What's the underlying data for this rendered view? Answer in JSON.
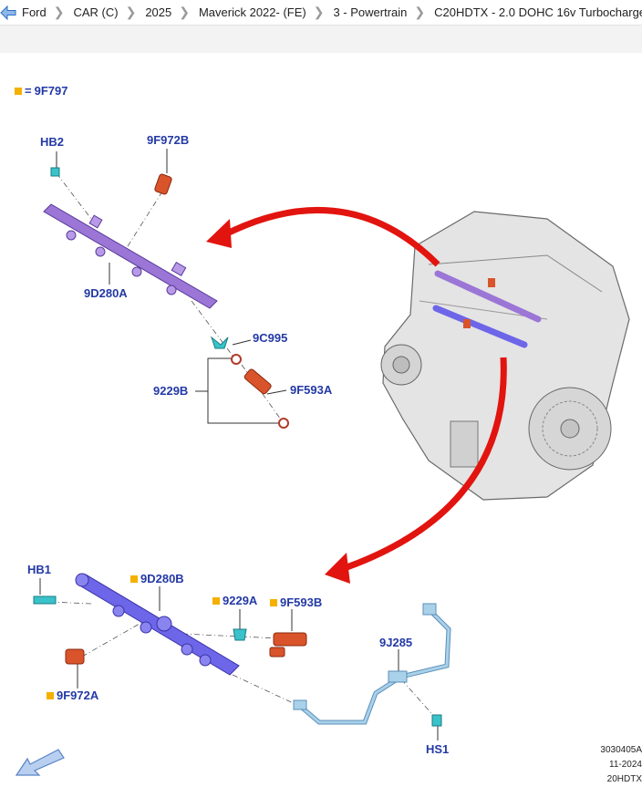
{
  "breadcrumb": [
    "Ford",
    "CAR (C)",
    "2025",
    "Maverick 2022- (FE)",
    "3 - Powertrain",
    "C20HDTX - 2.0 DOHC 16v Turbocharge"
  ],
  "legend": {
    "code": "9F797",
    "eq": "="
  },
  "labels": {
    "hb2": "HB2",
    "p9f972b": "9F972B",
    "p9d280a": "9D280A",
    "p9c995": "9C995",
    "p9229b": "9229B",
    "p9f593a": "9F593A",
    "hb1": "HB1",
    "p9d280b": "9D280B",
    "p9229a": "9229A",
    "p9f593b": "9F593B",
    "p9f972a": "9F972A",
    "p9j285": "9J285",
    "hs1": "HS1"
  },
  "reference": {
    "id": "3030405A",
    "date": "11-2024",
    "engine": "20HDTX"
  },
  "colors": {
    "label": "#2339a6",
    "marker": "#f5b000",
    "arrow": "#e2140f",
    "rail_a": "#9b76d6",
    "rail_b": "#6d66e8",
    "injector": "#d9542b",
    "clip": "#39c2c9",
    "pipe": "#8fc0dc"
  }
}
